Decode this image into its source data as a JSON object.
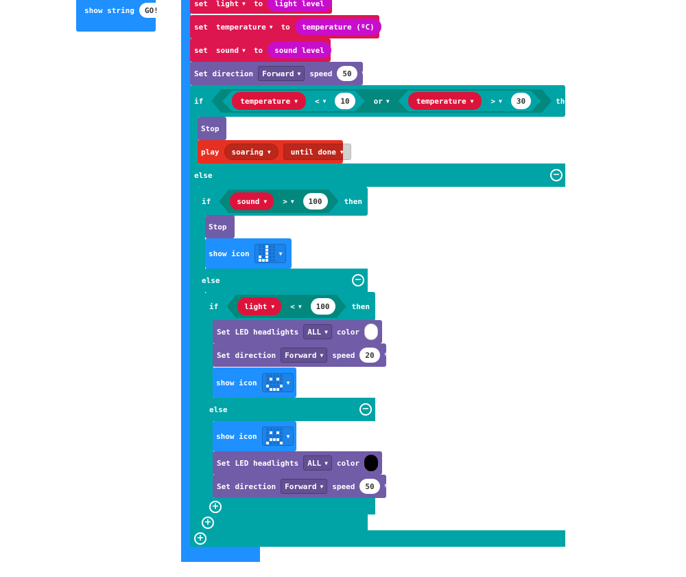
{
  "colors": {
    "teal": "#00a4a6",
    "variable_red": "#dc143c",
    "set_red": "#dd1650",
    "sensor_magenta": "#c80ecc",
    "purple": "#715ca8",
    "music_orange": "#e63022",
    "basic_blue": "#1e90ff",
    "logic_dark": "#03887e"
  },
  "top": {
    "show_string_label": "show string",
    "show_string_value": "GO!"
  },
  "sets": [
    {
      "keyword": "set",
      "var": "light",
      "to": "to",
      "value": "light level"
    },
    {
      "keyword": "set",
      "var": "temperature",
      "to": "to",
      "value": "temperature (ºC)"
    },
    {
      "keyword": "set",
      "var": "sound",
      "to": "to",
      "value": "sound level"
    }
  ],
  "set_direction_1": {
    "label": "Set direction",
    "dir": "Forward",
    "speed_label": "speed",
    "speed": "50",
    "unit": "%"
  },
  "if1": {
    "if": "if",
    "left_var": "temperature",
    "op1": "<",
    "val1": "10",
    "or": "or",
    "right_var": "temperature",
    "op2": ">",
    "val2": "30",
    "then": "then"
  },
  "stop_label": "Stop",
  "play": {
    "label": "play",
    "melody": "soaring",
    "mode": "until done"
  },
  "else_label": "else",
  "if2": {
    "if": "if",
    "var": "sound",
    "op": ">",
    "val": "100",
    "then": "then"
  },
  "show_icon_label": "show icon",
  "if3": {
    "if": "if",
    "var": "light",
    "op": "<",
    "val": "100",
    "then": "then"
  },
  "led1": {
    "label": "Set LED headlights",
    "which": "ALL",
    "color_label": "color",
    "color": "#ffffff"
  },
  "dir2": {
    "label": "Set direction",
    "dir": "Forward",
    "speed_label": "speed",
    "speed": "20",
    "unit": "%"
  },
  "led2": {
    "label": "Set LED headlights",
    "which": "ALL",
    "color_label": "color",
    "color": "#000000"
  },
  "dir3": {
    "label": "Set direction",
    "dir": "Forward",
    "speed_label": "speed",
    "speed": "50",
    "unit": "%"
  }
}
